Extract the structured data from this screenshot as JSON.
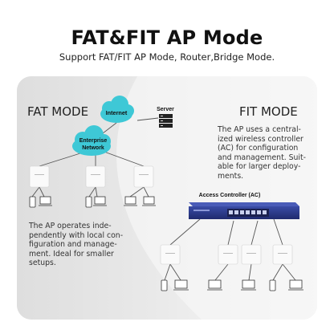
{
  "header": {
    "title": "FAT&FIT AP Mode",
    "subtitle": "Support FAT/FIT AP Mode, Router,Bridge Mode."
  },
  "fat_mode": {
    "title": "FAT MODE",
    "description": [
      "The AP operates inde-",
      "pendently with local con-",
      "figuration and manage-",
      "ment. Ideal for smaller",
      "setups."
    ]
  },
  "fit_mode": {
    "title": "FIT MODE",
    "description": [
      "The AP uses a central-",
      "ized wireless controller",
      "(AC) for configuration",
      "and management. Suit-",
      "able for larger deploy-",
      "ments."
    ]
  },
  "diagram": {
    "internet_label": "Internet",
    "server_label": "Server",
    "enterprise_label_1": "Enterprise",
    "enterprise_label_2": "Network",
    "ac_label": "Access Controller (AC)"
  },
  "colors": {
    "cloud": "#3ec8d6",
    "panel_dark": "#e3e3e3",
    "panel_light": "#f7f7f7",
    "controller": "#2b3a8c"
  }
}
